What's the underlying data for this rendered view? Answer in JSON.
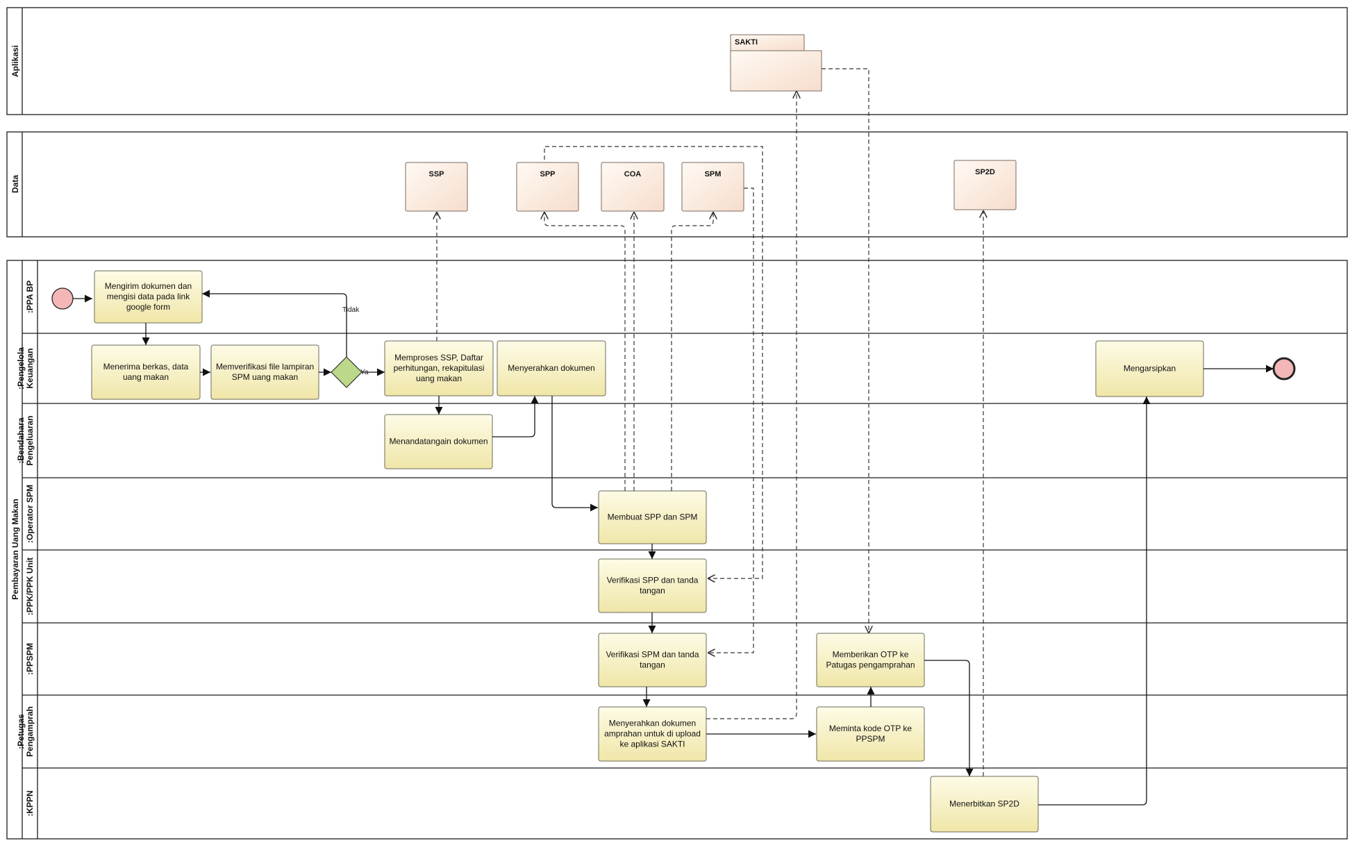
{
  "pools": [
    {
      "id": "aplikasi",
      "label": "Aplikasi"
    },
    {
      "id": "data",
      "label": "Data"
    },
    {
      "id": "main",
      "label": "Pembayaran Uang Makan"
    }
  ],
  "lanes": [
    {
      "id": "ppa",
      "label_lines": [
        ":PPA BP"
      ]
    },
    {
      "id": "keu",
      "label_lines": [
        ":Pengelola",
        "Keuangan"
      ]
    },
    {
      "id": "bend",
      "label_lines": [
        ":Bendahara",
        "Pengeluaran"
      ]
    },
    {
      "id": "ops",
      "label_lines": [
        ":Operator SPM"
      ]
    },
    {
      "id": "ppk",
      "label_lines": [
        ":PPK/PPK Unit"
      ]
    },
    {
      "id": "ppspm",
      "label_lines": [
        ":PPSPM"
      ]
    },
    {
      "id": "pet",
      "label_lines": [
        ":Petugas",
        "Pengamprah"
      ]
    },
    {
      "id": "kppn",
      "label_lines": [
        ":KPPN"
      ]
    }
  ],
  "tasks": [
    {
      "id": "t1",
      "lines": [
        "Mengirim dokumen dan",
        "mengisi data pada link",
        "google form"
      ]
    },
    {
      "id": "t2",
      "lines": [
        "Menerima berkas, data",
        "uang makan"
      ]
    },
    {
      "id": "t3",
      "lines": [
        "Memverifikasi file lampiran",
        "SPM uang makan"
      ]
    },
    {
      "id": "t4",
      "lines": [
        "Memproses SSP, Daftar",
        "perhitungan, rekapitulasi",
        "uang makan"
      ]
    },
    {
      "id": "t5",
      "lines": [
        "Menyerahkan dokumen"
      ]
    },
    {
      "id": "t6",
      "lines": [
        "Menandatangain dokumen"
      ]
    },
    {
      "id": "t7",
      "lines": [
        "Membuat SPP dan SPM"
      ]
    },
    {
      "id": "t8",
      "lines": [
        "Verifikasi SPP dan tanda",
        "tangan"
      ]
    },
    {
      "id": "t9",
      "lines": [
        "Verifikasi SPM dan tanda",
        "tangan"
      ]
    },
    {
      "id": "t10",
      "lines": [
        "Menyerahkan dokumen",
        "amprahan untuk di upload",
        "ke aplikasi SAKTI"
      ]
    },
    {
      "id": "t11",
      "lines": [
        "Meminta kode OTP ke",
        "PPSPM"
      ]
    },
    {
      "id": "t12",
      "lines": [
        "Memberikan OTP ke",
        "Patugas pengamprahan"
      ]
    },
    {
      "id": "t13",
      "lines": [
        "Menerbitkan SP2D"
      ]
    },
    {
      "id": "t14",
      "lines": [
        "Mengarsipkan"
      ]
    }
  ],
  "data_objects": [
    {
      "id": "ssp",
      "label": "SSP"
    },
    {
      "id": "spp",
      "label": "SPP"
    },
    {
      "id": "coa",
      "label": "COA"
    },
    {
      "id": "spm",
      "label": "SPM"
    },
    {
      "id": "sp2d",
      "label": "SP2D"
    }
  ],
  "application": {
    "id": "sakti",
    "label": "SAKTI"
  },
  "gateway_labels": {
    "no": "Tidak",
    "yes": "Ya"
  },
  "colors": {
    "task_fill_top": "#fdfbe6",
    "task_fill_bottom": "#f0e6a8",
    "data_fill_top": "#fffaf4",
    "data_fill_bottom": "#f6ddcc",
    "gateway": "#bcd88a",
    "event": "#f4b6b6",
    "line": "#111111"
  }
}
